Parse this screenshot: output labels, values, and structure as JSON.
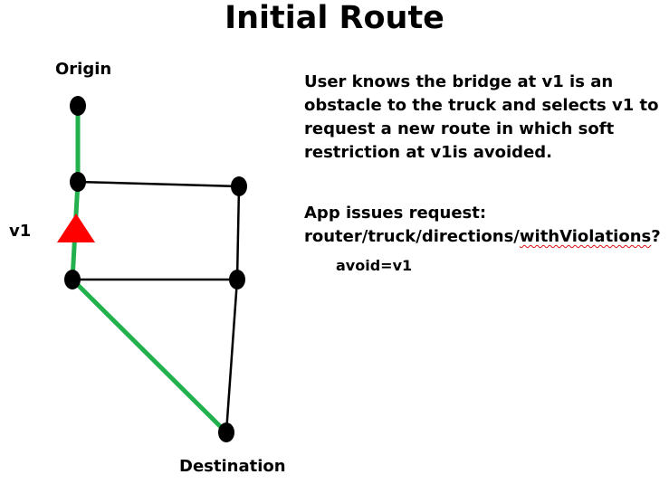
{
  "title": "Initial Route",
  "labels": {
    "origin": "Origin",
    "v1": "v1",
    "destination": "Destination"
  },
  "description": "User knows the bridge at v1 is an obstacle to the truck and selects v1 to request a new route in which soft restriction at v1is avoided.",
  "request": {
    "heading": "App issues request:",
    "path_prefix": "router/truck/directions/",
    "path_flagged": "withViolations",
    "path_suffix": "?",
    "param": "avoid=v1"
  },
  "colors": {
    "route": "#22b14c",
    "edge": "#000000",
    "node": "#000000",
    "obstacle": "#ff0000"
  },
  "icons": {
    "obstacle": "warning-triangle-icon"
  }
}
